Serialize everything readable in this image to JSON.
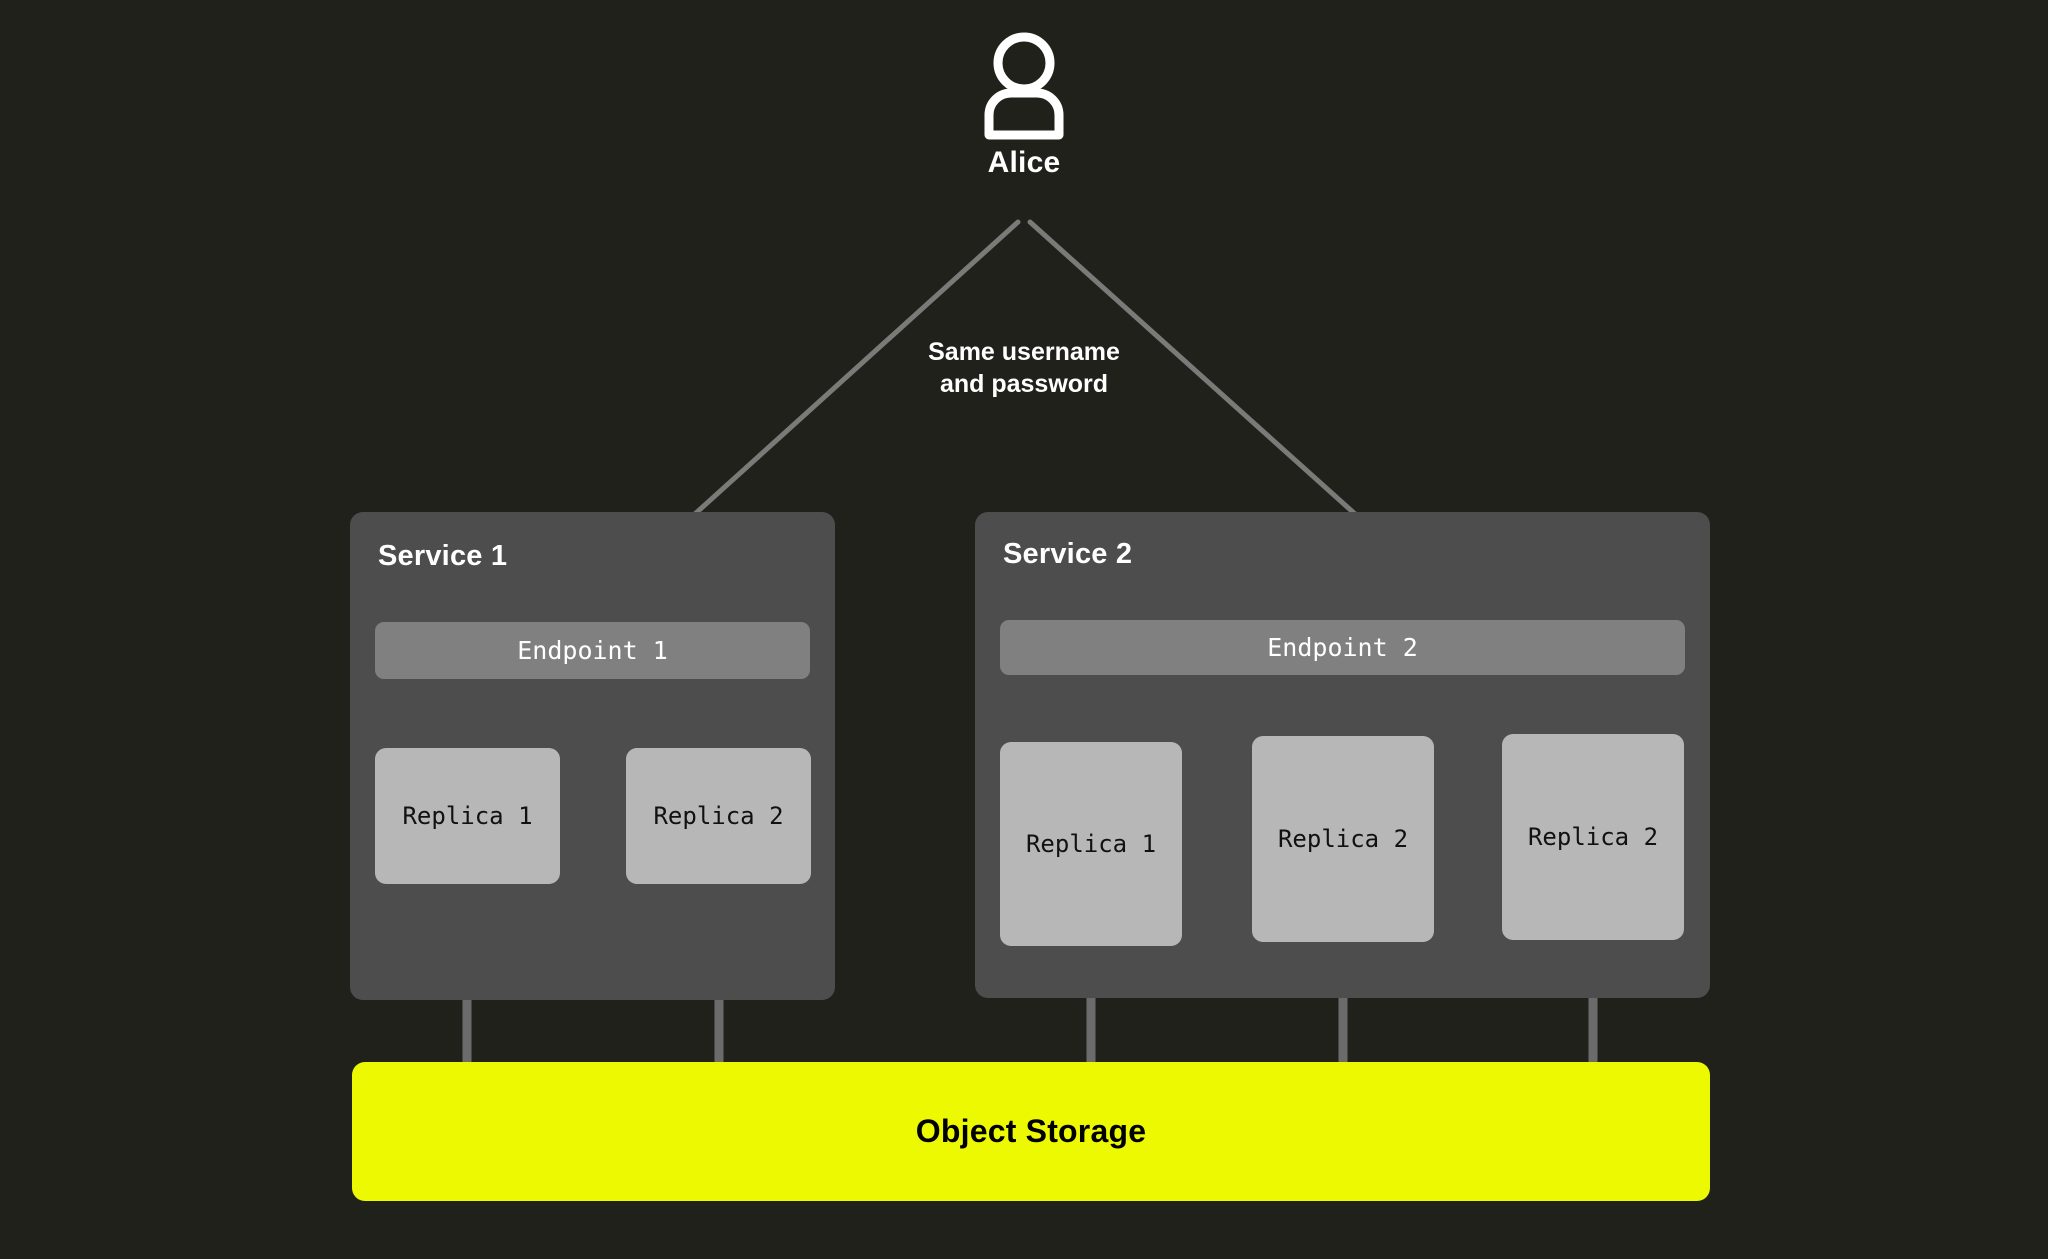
{
  "theme": {
    "background": "#21211c",
    "panel_fill": "#4d4d4d",
    "endpoint_fill": "#808080",
    "replica_fill": "#b7b7b7",
    "storage_fill": "#ecf900",
    "wire_color": "#6b6b6b",
    "arrow_color": "#7a7a78",
    "text_light": "#ffffff",
    "text_dark": "#000000"
  },
  "actor": {
    "icon": "user-icon",
    "name": "Alice"
  },
  "flow": {
    "caption_line1": "Same username",
    "caption_line2": "and password"
  },
  "services": [
    {
      "title": "Service 1",
      "endpoint": "Endpoint 1",
      "replicas": [
        "Replica 1",
        "Replica 2"
      ]
    },
    {
      "title": "Service 2",
      "endpoint": "Endpoint 2",
      "replicas": [
        "Replica 1",
        "Replica 2",
        "Replica 2"
      ]
    }
  ],
  "storage": {
    "label": "Object Storage"
  }
}
